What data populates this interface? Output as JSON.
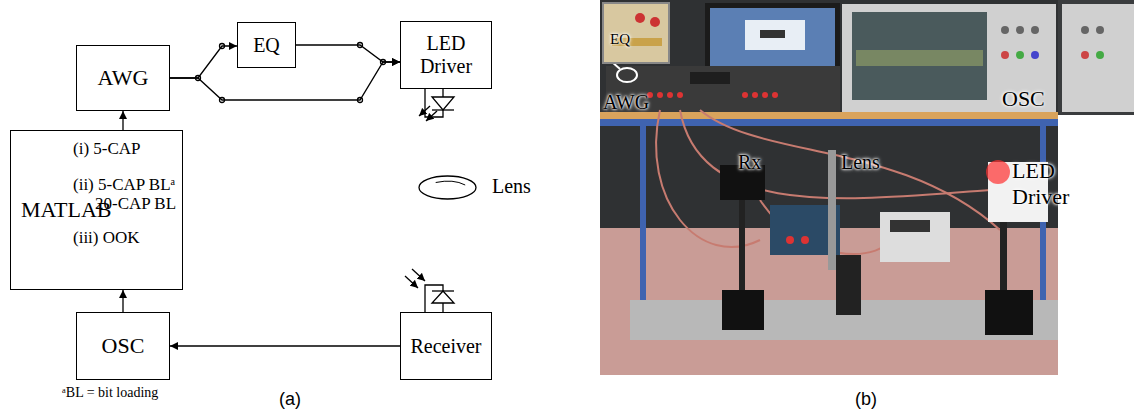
{
  "diagram": {
    "nodes": [
      {
        "text": [
          "AWG"
        ]
      },
      {
        "text": [
          "EQ"
        ]
      },
      {
        "text": [
          "LED Driver"
        ]
      },
      {
        "text": [
          "MATLAB",
          "(i) 5-CAP",
          "(ii) 5-CAP BLᵃ",
          "20-CAP BL",
          "(iii) OOK"
        ]
      },
      {
        "text": [
          "Lens"
        ]
      },
      {
        "text": [
          "OSC"
        ]
      },
      {
        "text": [
          "Receiver"
        ]
      }
    ],
    "edges": [
      {
        "from": 0,
        "to": 1,
        "arrow": "to"
      },
      {
        "from": 1,
        "to": 2,
        "arrow": "to"
      },
      {
        "from": 0,
        "to": 2,
        "arrow": "to"
      },
      {
        "from": 3,
        "to": 0,
        "arrow": "to"
      },
      {
        "from": 5,
        "to": 3,
        "arrow": "to"
      },
      {
        "from": 6,
        "to": 5,
        "arrow": "to"
      }
    ],
    "labels": [
      "ᵃBL = bit loading",
      "(a)",
      "EQ",
      "AWG",
      "Rx",
      "Lens",
      "OSC",
      "LED Driver",
      "(b)"
    ]
  }
}
